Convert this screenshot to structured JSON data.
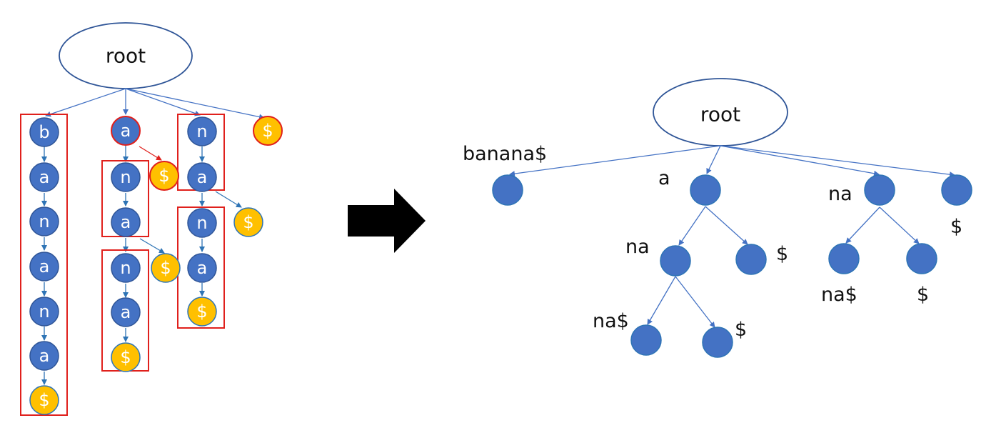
{
  "left_trie": {
    "root_label": "root",
    "chain_b": [
      "b",
      "a",
      "n",
      "a",
      "n",
      "a",
      "$"
    ],
    "chain_a": [
      "a",
      "n",
      "a",
      "n",
      "a",
      "$"
    ],
    "chain_a_branches": [
      "$",
      "$"
    ],
    "chain_n": [
      "n",
      "a",
      "n",
      "a",
      "$"
    ],
    "chain_n_branch": "$",
    "root_branch": "$"
  },
  "right_tree": {
    "root_label": "root",
    "edge_labels": {
      "banana": "banana$",
      "a": "a",
      "na_top": "na",
      "dollar_top": "$",
      "a_na": "na",
      "a_dollar": "$",
      "a_na_na": "na$",
      "a_na_dollar": "$",
      "na_na": "na$",
      "na_dollar": "$"
    }
  },
  "colors": {
    "node_blue": "#4472c4",
    "node_stroke": "#2f5597",
    "leaf_gold": "#ffc000",
    "highlight_red": "#e0201c",
    "arrow": "#000000"
  }
}
